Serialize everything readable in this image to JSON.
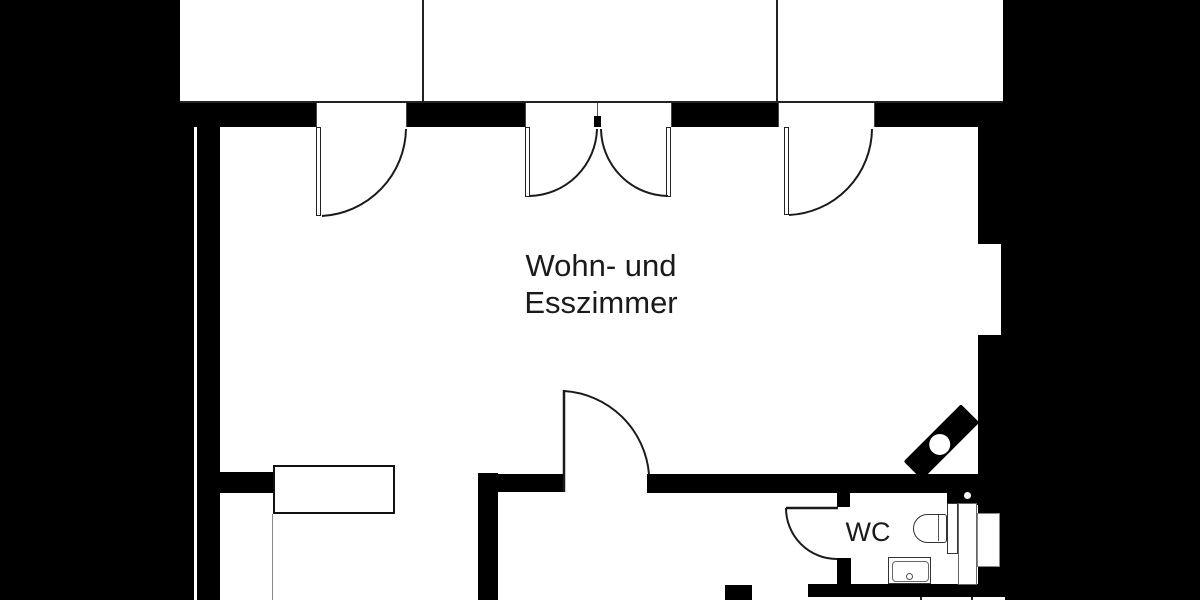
{
  "plan": {
    "type": "floor-plan",
    "labels": {
      "room_line1": "Wohn- und",
      "room_line2": "Esszimmer",
      "wc": "WC"
    },
    "rooms": [
      {
        "name": "living-dining-room",
        "label": "Wohn- und Esszimmer"
      },
      {
        "name": "wc",
        "label": "WC"
      }
    ],
    "fixtures": [
      "stove-icon",
      "toilet-icon",
      "cistern",
      "sink-icon",
      "furniture-rectangle",
      "window-niche-upper",
      "window-niche-lower"
    ],
    "doors": [
      "top-left-single-door",
      "top-center-double-door",
      "top-right-single-door",
      "hall-door",
      "wc-door"
    ],
    "colors": {
      "background": "#000000",
      "wall": "#000000",
      "floor": "#ffffff",
      "line": "#1a1a1a",
      "thin_divider": "#888888"
    }
  }
}
